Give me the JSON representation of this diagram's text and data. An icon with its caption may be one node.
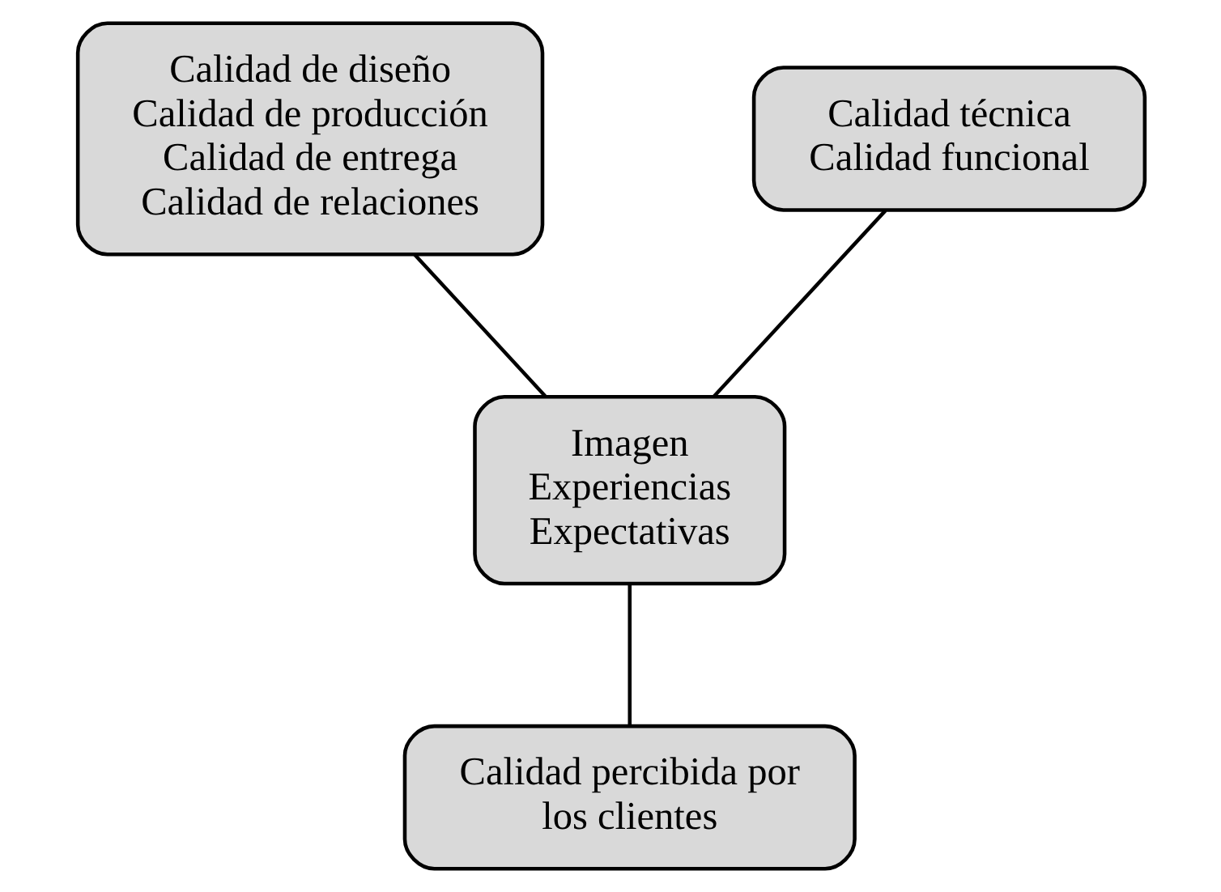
{
  "diagram": {
    "nodes": [
      {
        "text": [
          "Calidad de diseño",
          "Calidad de producción",
          "Calidad de entrega",
          "Calidad de relaciones"
        ]
      },
      {
        "text": [
          "Calidad técnica",
          "Calidad funcional"
        ]
      },
      {
        "text": [
          "Imagen",
          "Experiencias",
          "Expectativas"
        ]
      },
      {
        "text": [
          "Calidad percibida por los clientes"
        ]
      }
    ],
    "edges": [
      {
        "from": 0,
        "to": 2,
        "arrow": "none"
      },
      {
        "from": 1,
        "to": 2,
        "arrow": "none"
      },
      {
        "from": 2,
        "to": 3,
        "arrow": "none"
      }
    ]
  }
}
